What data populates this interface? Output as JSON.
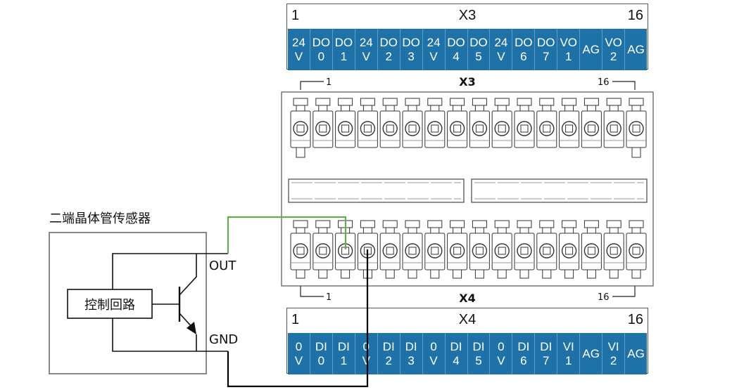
{
  "x3_header": {
    "left": "1",
    "title": "X3",
    "right": "16",
    "pins": [
      [
        "24",
        "V"
      ],
      [
        "DO",
        "0"
      ],
      [
        "DO",
        "1"
      ],
      [
        "24",
        "V"
      ],
      [
        "DO",
        "2"
      ],
      [
        "DO",
        "3"
      ],
      [
        "24",
        "V"
      ],
      [
        "DO",
        "4"
      ],
      [
        "DO",
        "5"
      ],
      [
        "24",
        "V"
      ],
      [
        "DO",
        "6"
      ],
      [
        "DO",
        "7"
      ],
      [
        "VO",
        "1"
      ],
      [
        "AG",
        ""
      ],
      [
        "VO",
        "2"
      ],
      [
        "AG",
        ""
      ]
    ]
  },
  "x4_header": {
    "left": "1",
    "title": "X4",
    "right": "16",
    "pins": [
      [
        "0",
        "V"
      ],
      [
        "DI",
        "0"
      ],
      [
        "DI",
        "1"
      ],
      [
        "0",
        "V"
      ],
      [
        "DI",
        "2"
      ],
      [
        "DI",
        "3"
      ],
      [
        "0",
        "V"
      ],
      [
        "DI",
        "4"
      ],
      [
        "DI",
        "5"
      ],
      [
        "0",
        "V"
      ],
      [
        "DI",
        "6"
      ],
      [
        "DI",
        "7"
      ],
      [
        "VI",
        "1"
      ],
      [
        "AG",
        ""
      ],
      [
        "VI",
        "2"
      ],
      [
        "AG",
        ""
      ]
    ]
  },
  "terminal": {
    "top_label": "X3",
    "top_left": "1",
    "top_right": "16",
    "bottom_label": "X4",
    "bottom_left": "1",
    "bottom_right": "16",
    "count": 16
  },
  "sensor": {
    "title": "二端晶体管传感器",
    "control": "控制回路",
    "out": "OUT",
    "gnd": "GND"
  },
  "colors": {
    "pin_bg": "#1f72a8",
    "green_wire": "#6aa84f",
    "black_wire": "#000000"
  }
}
